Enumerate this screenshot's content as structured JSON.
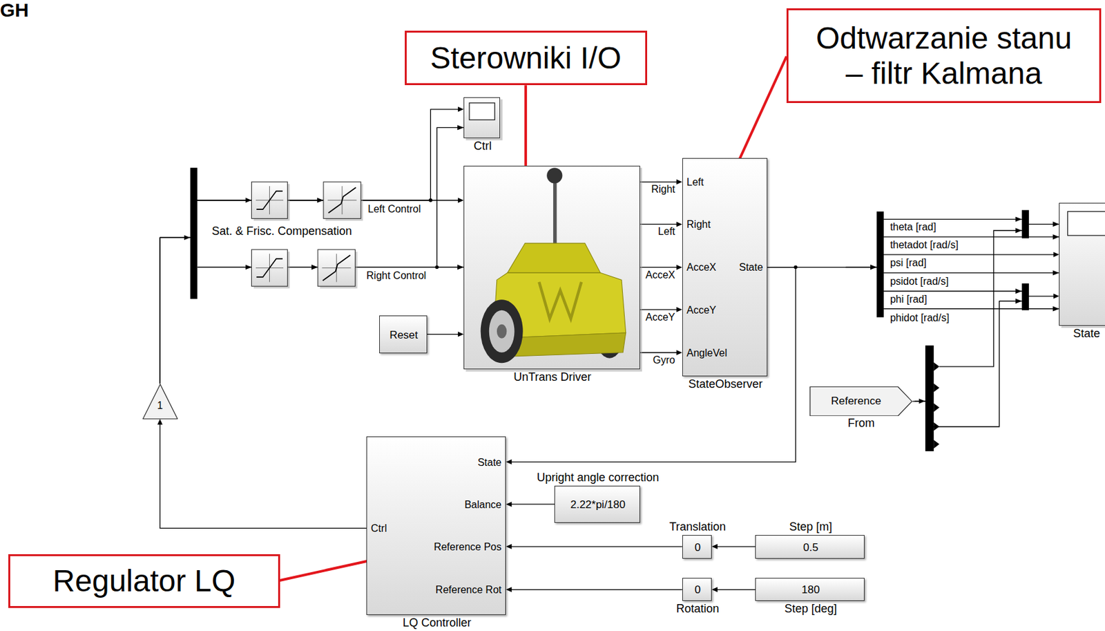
{
  "diagram": {
    "nodes": [
      {
        "text": [
          "Sterowniki I/O"
        ]
      },
      {
        "text": [
          "Odtwarzanie stanu – filtr Kalmana"
        ]
      },
      {
        "text": [
          "Ctrl"
        ]
      },
      {
        "text": [
          "UnTrans Driver"
        ]
      },
      {
        "text": [
          "Left",
          "Right",
          "AcceX",
          "AcceY",
          "AngleVel",
          "State",
          "StateObserver"
        ]
      },
      {
        "text": [
          "State"
        ]
      },
      {
        "text": [
          "Reset"
        ]
      },
      {
        "text": [
          "1"
        ]
      },
      {
        "text": [
          "Reference",
          "From"
        ]
      },
      {
        "text": [
          "State",
          "Balance",
          "Reference Pos",
          "Reference Rot",
          "Ctrl",
          "LQ Controller"
        ]
      },
      {
        "text": [
          "Upright angle correction",
          "2.22*pi/180"
        ]
      },
      {
        "text": [
          "Translation",
          "0"
        ]
      },
      {
        "text": [
          "Step [m]",
          "0.5"
        ]
      },
      {
        "text": [
          "Regulator LQ"
        ]
      },
      {
        "text": [
          "0",
          "Rotation"
        ]
      },
      {
        "text": [
          "180",
          "Step [deg]"
        ]
      }
    ],
    "edges": [
      {
        "from": 0,
        "to": 3,
        "arrow": "to"
      },
      {
        "from": 1,
        "to": 4,
        "arrow": "to"
      },
      {
        "from": 13,
        "to": 9,
        "arrow": "to"
      },
      {
        "from": 7,
        "to": 3,
        "arrow": "to"
      },
      {
        "from": 7,
        "to": 2,
        "arrow": "to"
      },
      {
        "from": 6,
        "to": 3,
        "arrow": "to"
      },
      {
        "from": 3,
        "to": 4,
        "label": "Right",
        "arrow": "to"
      },
      {
        "from": 3,
        "to": 4,
        "label": "Left",
        "arrow": "to"
      },
      {
        "from": 3,
        "to": 4,
        "label": "AcceX",
        "arrow": "to"
      },
      {
        "from": 3,
        "to": 4,
        "label": "AcceY",
        "arrow": "to"
      },
      {
        "from": 3,
        "to": 4,
        "label": "Gyro",
        "arrow": "to"
      },
      {
        "from": 4,
        "to": 5,
        "arrow": "to"
      },
      {
        "from": 4,
        "to": 9,
        "arrow": "to"
      },
      {
        "from": 8,
        "to": 5,
        "arrow": "to"
      },
      {
        "from": 9,
        "to": 7,
        "arrow": "to"
      },
      {
        "from": 10,
        "to": 9,
        "arrow": "to"
      },
      {
        "from": 12,
        "to": 11,
        "arrow": "to"
      },
      {
        "from": 11,
        "to": 9,
        "arrow": "to"
      },
      {
        "from": 15,
        "to": 14,
        "arrow": "to"
      },
      {
        "from": 14,
        "to": 9,
        "arrow": "to"
      }
    ],
    "labels": [
      "GH",
      "Sat. & Frisc. Compensation",
      "Left Control",
      "Right Control",
      "theta [rad]",
      "thetadot [rad/s]",
      "psi [rad]",
      "psidot [rad/s]",
      "phi [rad]",
      "phidot [rad/s]"
    ]
  }
}
